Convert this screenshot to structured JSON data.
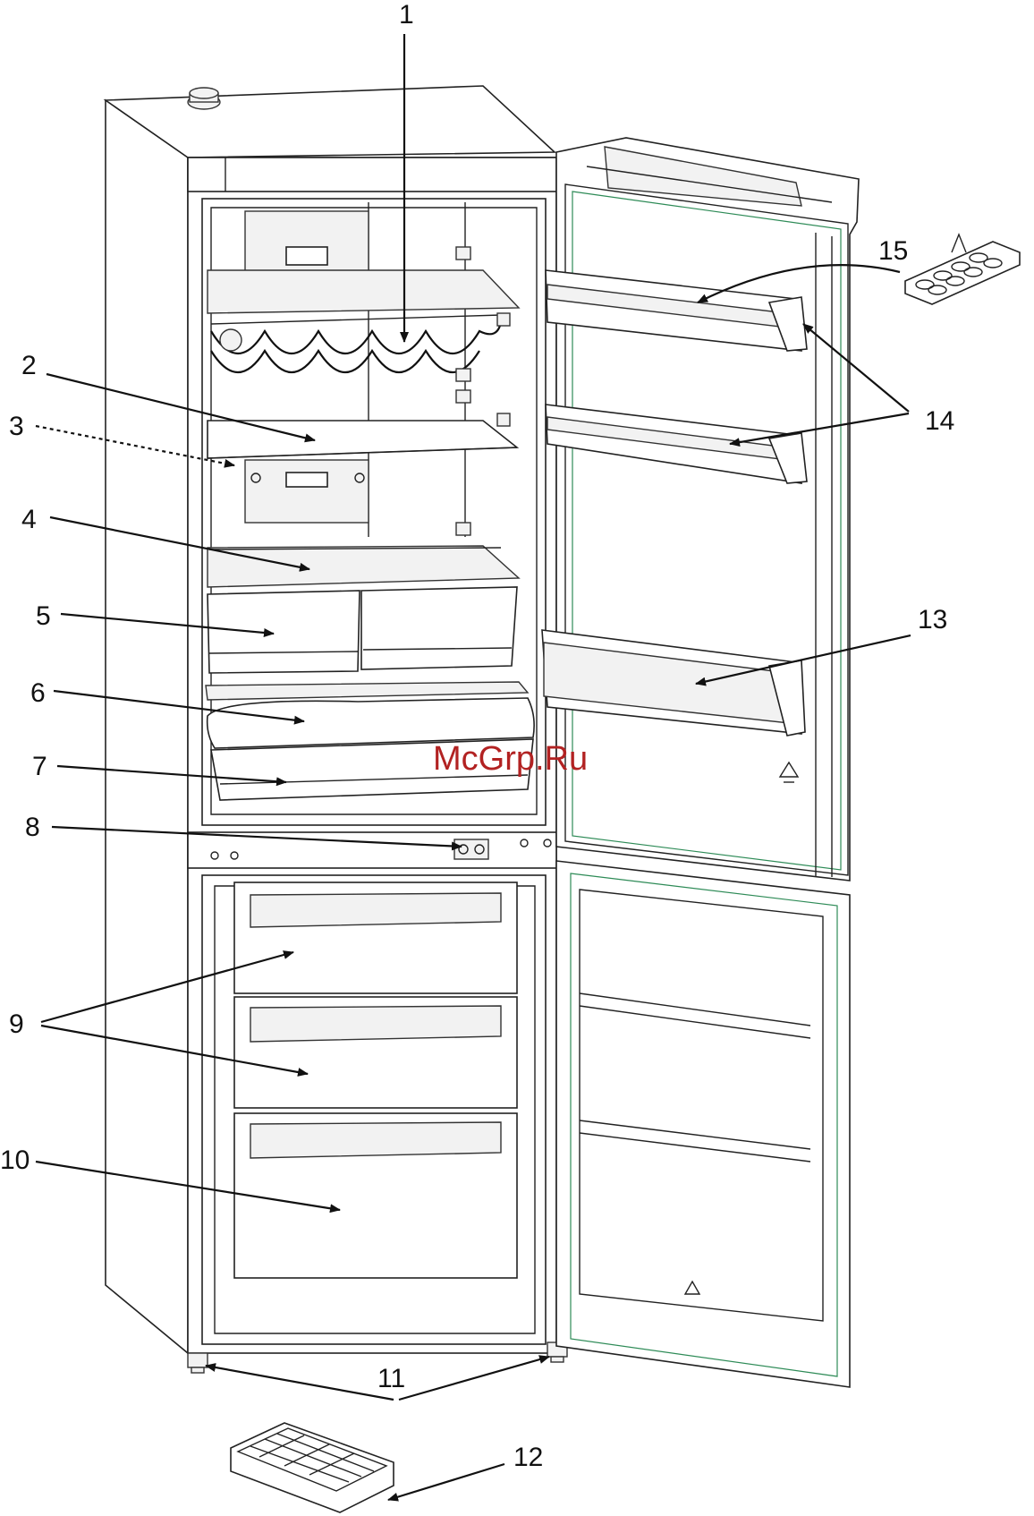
{
  "diagram": {
    "callouts": {
      "c1": "1",
      "c2": "2",
      "c3": "3",
      "c4": "4",
      "c5": "5",
      "c6": "6",
      "c7": "7",
      "c8": "8",
      "c9": "9",
      "c10": "10",
      "c11": "11",
      "c12": "12",
      "c13": "13",
      "c14": "14",
      "c15": "15"
    },
    "watermark": "McGrp.Ru"
  }
}
